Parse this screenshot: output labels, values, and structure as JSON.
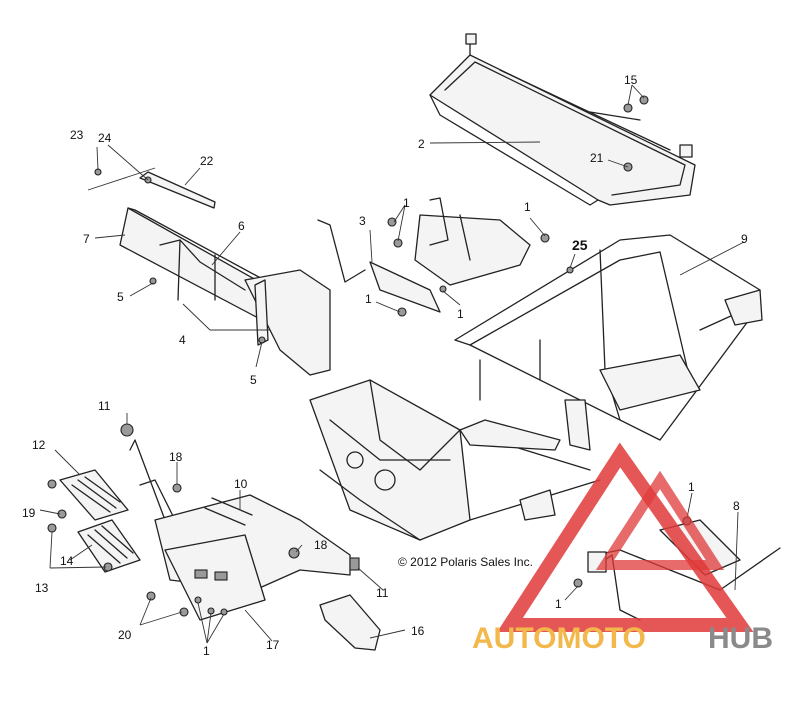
{
  "callouts": {
    "c1a": "1",
    "c1b": "1",
    "c1c": "1",
    "c1d": "1",
    "c1e": "1",
    "c1f": "1",
    "c1g": "1",
    "c2": "2",
    "c3": "3",
    "c4": "4",
    "c5a": "5",
    "c5b": "5",
    "c6": "6",
    "c7": "7",
    "c8": "8",
    "c9": "9",
    "c10": "10",
    "c11a": "11",
    "c11b": "11",
    "c12": "12",
    "c13": "13",
    "c14": "14",
    "c15": "15",
    "c16": "16",
    "c17": "17",
    "c18a": "18",
    "c18b": "18",
    "c19": "19",
    "c20": "20",
    "c21": "21",
    "c22": "22",
    "c23": "23",
    "c24": "24",
    "c25": "25"
  },
  "copyright": "© 2012 Polaris Sales Inc.",
  "watermark": {
    "part1": "AUTOMOTO",
    "part2": "HUB",
    "accent_color": "#f2b84b",
    "logo_color": "#e03a3a",
    "text_gray": "#8a8a8a"
  }
}
